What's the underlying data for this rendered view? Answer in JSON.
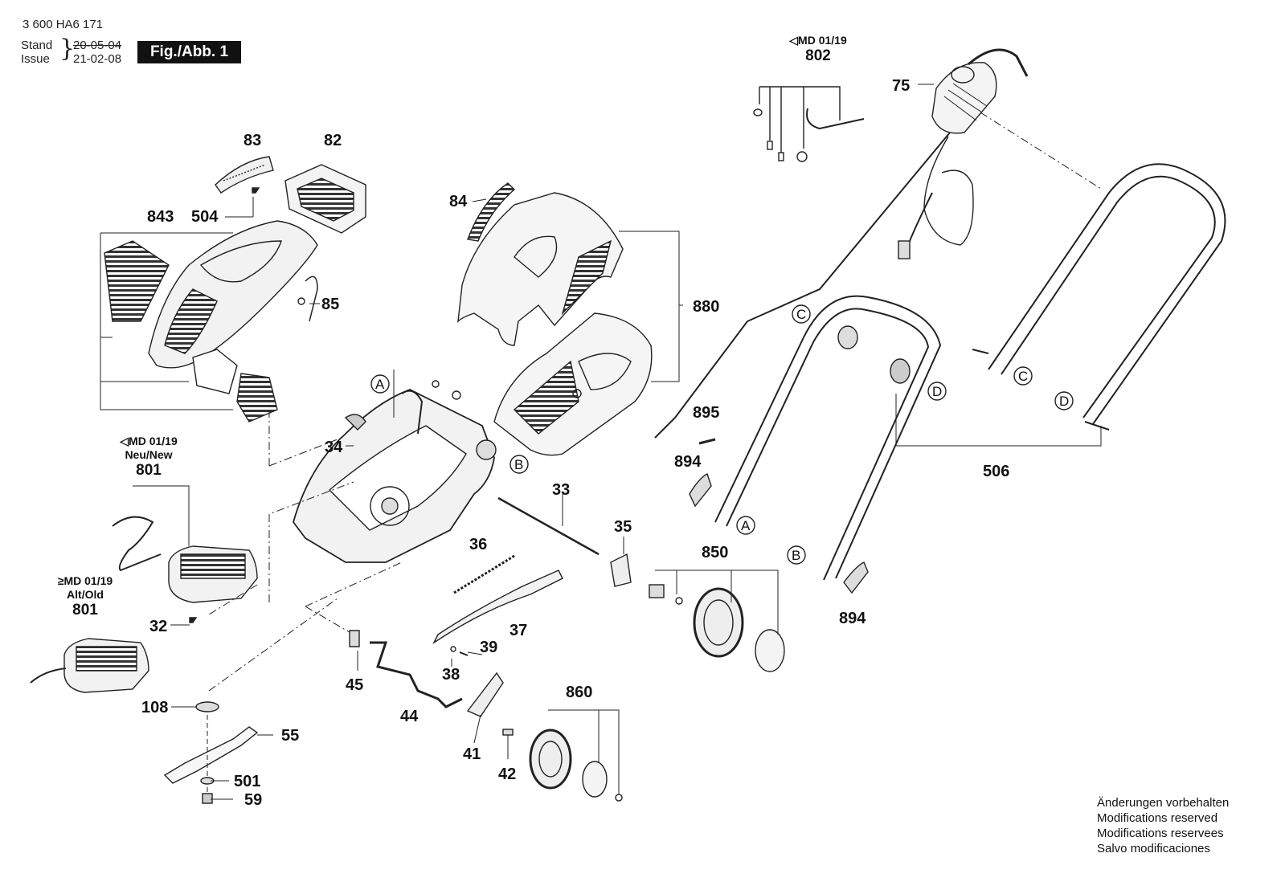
{
  "header": {
    "doc_number": "3 600 HA6 171",
    "stand_label": "Stand",
    "issue_label": "Issue",
    "stand_date": "20-05-04",
    "issue_date": "21-02-08",
    "figure_label": "Fig./Abb. 1"
  },
  "md_labels": {
    "top": {
      "line1": "◁MD 01/19",
      "part": "802"
    },
    "new": {
      "line1": "◁MD 01/19",
      "line2": "Neu/New",
      "part": "801"
    },
    "old": {
      "line1": "≥MD 01/19",
      "line2": "Alt/Old",
      "part": "801"
    }
  },
  "part_numbers": {
    "p75": "75",
    "p83": "83",
    "p82": "82",
    "p843": "843",
    "p504": "504",
    "p85": "85",
    "p84": "84",
    "p880": "880",
    "p34": "34",
    "p32": "32",
    "p108": "108",
    "p55": "55",
    "p501": "501",
    "p59": "59",
    "p45": "45",
    "p44": "44",
    "p41": "41",
    "p42": "42",
    "p36": "36",
    "p37": "37",
    "p39": "39",
    "p38": "38",
    "p33": "33",
    "p35": "35",
    "p850": "850",
    "p860": "860",
    "p895": "895",
    "p894a": "894",
    "p894b": "894",
    "p506": "506"
  },
  "reference_markers": {
    "a1": "A",
    "a2": "A",
    "b1": "B",
    "b2": "B",
    "c1": "C",
    "c2": "C",
    "d1": "D",
    "d2": "D"
  },
  "footer": {
    "line1": "Änderungen vorbehalten",
    "line2": "Modifications reserved",
    "line3": "Modifications reservees",
    "line4": "Salvo modificaciones"
  }
}
